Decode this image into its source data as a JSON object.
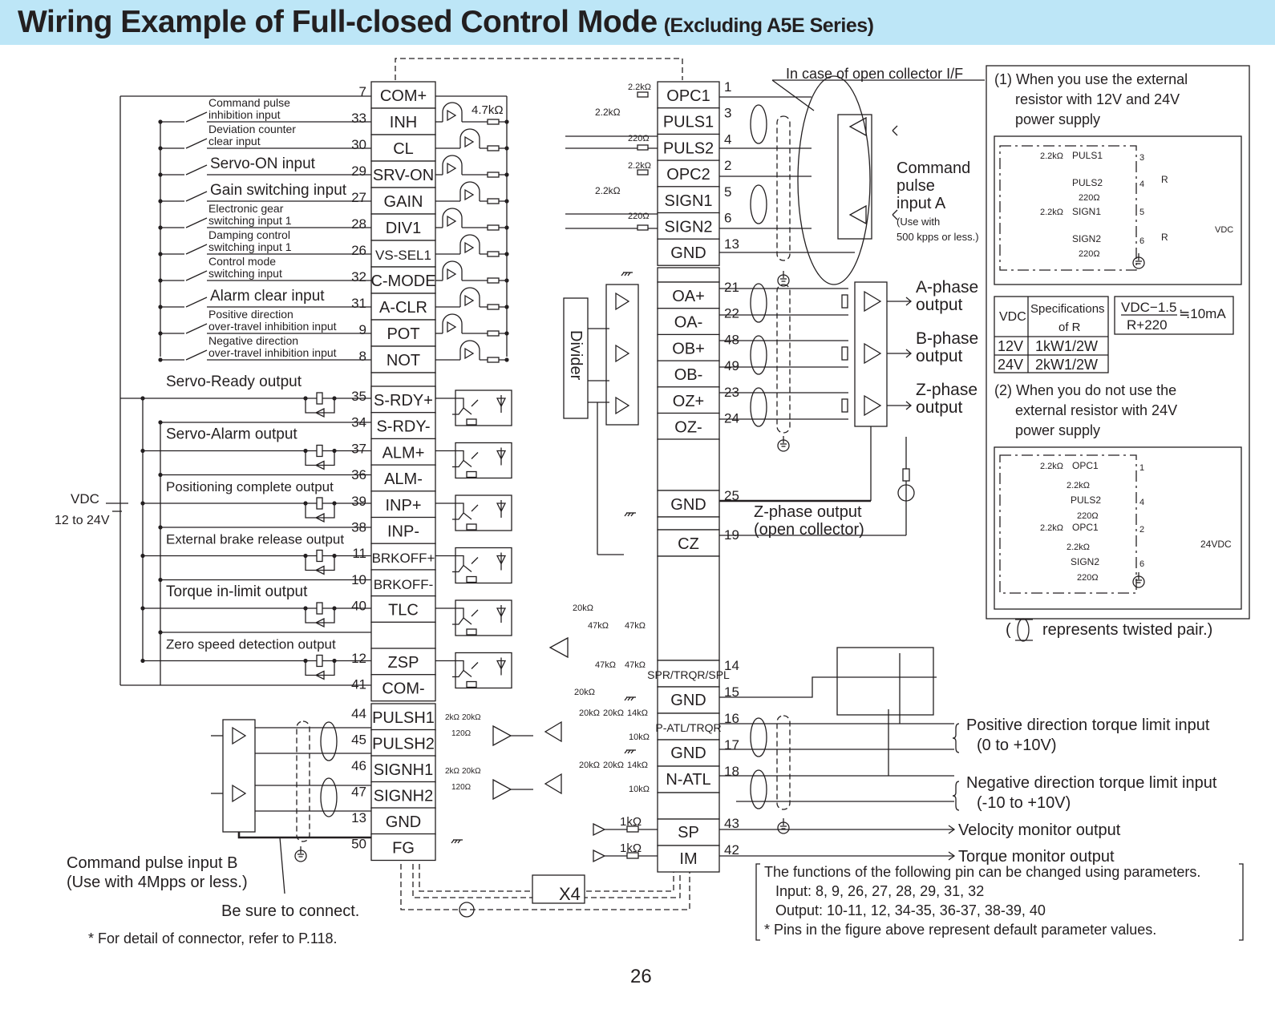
{
  "header": {
    "title": "Wiring Example of Full-closed Control Mode",
    "subtitle": "(Excluding A5E Series)",
    "accent_color": "#bde6f7"
  },
  "left_connector": {
    "inputs": [
      {
        "pin": "7",
        "label": "COM+",
        "desc": ""
      },
      {
        "pin": "33",
        "label": "INH",
        "desc": "Command pulse inhibition input"
      },
      {
        "pin": "30",
        "label": "CL",
        "desc": "Deviation counter clear input"
      },
      {
        "pin": "29",
        "label": "SRV-ON",
        "desc": "Servo-ON input"
      },
      {
        "pin": "27",
        "label": "GAIN",
        "desc": "Gain switching input"
      },
      {
        "pin": "28",
        "label": "DIV1",
        "desc": "Electronic gear switching input 1"
      },
      {
        "pin": "26",
        "label": "VS-SEL1",
        "desc": "Damping control switching input 1"
      },
      {
        "pin": "32",
        "label": "C-MODE",
        "desc": "Control mode switching input"
      },
      {
        "pin": "31",
        "label": "A-CLR",
        "desc": "Alarm clear input"
      },
      {
        "pin": "9",
        "label": "POT",
        "desc": "Positive direction over-travel inhibition input"
      },
      {
        "pin": "8",
        "label": "NOT",
        "desc": "Negative direction over-travel inhibition input"
      }
    ],
    "input_desc_lines": [
      [
        "Command pulse",
        "inhibition input"
      ],
      [
        "Deviation counter",
        "clear input"
      ],
      [
        "Servo-ON input"
      ],
      [
        "Gain switching input"
      ],
      [
        "Electronic gear",
        "switching input 1"
      ],
      [
        "Damping control",
        "switching input 1"
      ],
      [
        "Control mode",
        "switching input"
      ],
      [
        "Alarm clear input"
      ],
      [
        "Positive direction",
        "over-travel inhibition input"
      ],
      [
        "Negative direction",
        "over-travel inhibition input"
      ]
    ],
    "resistor_label": "4.7kΩ",
    "outputs": [
      {
        "desc": "Servo-Ready output",
        "pins": [
          {
            "pin": "35",
            "label": "S-RDY+"
          },
          {
            "pin": "34",
            "label": "S-RDY-"
          }
        ]
      },
      {
        "desc": "Servo-Alarm output",
        "pins": [
          {
            "pin": "37",
            "label": "ALM+"
          },
          {
            "pin": "36",
            "label": "ALM-"
          }
        ]
      },
      {
        "desc": "Positioning complete output",
        "pins": [
          {
            "pin": "39",
            "label": "INP+"
          },
          {
            "pin": "38",
            "label": "INP-"
          }
        ]
      },
      {
        "desc": "External brake release output",
        "pins": [
          {
            "pin": "11",
            "label": "BRKOFF+"
          },
          {
            "pin": "10",
            "label": "BRKOFF-"
          }
        ]
      },
      {
        "desc": "Torque in-limit output",
        "pins": [
          {
            "pin": "40",
            "label": "TLC"
          },
          {
            "pin": "",
            "label": ""
          }
        ]
      },
      {
        "desc": "Zero speed detection output",
        "pins": [
          {
            "pin": "12",
            "label": "ZSP"
          },
          {
            "pin": "41",
            "label": "COM-"
          }
        ]
      }
    ],
    "vdc_label": "VDC",
    "vdc_range": "12 to 24V",
    "pulse_inputs": [
      {
        "pin": "44",
        "label": "PULSH1"
      },
      {
        "pin": "45",
        "label": "PULSH2"
      },
      {
        "pin": "46",
        "label": "SIGNH1"
      },
      {
        "pin": "47",
        "label": "SIGNH2"
      },
      {
        "pin": "13",
        "label": "GND"
      },
      {
        "pin": "50",
        "label": "FG"
      }
    ],
    "pulse_resistors": {
      "r2k": "2kΩ",
      "r20k": "20kΩ",
      "r120": "120Ω"
    },
    "command_pulse_b": [
      "Command pulse input B",
      "(Use with 4Mpps or less.)"
    ],
    "be_sure": "Be sure to connect.",
    "footnote": "* For detail of connector, refer to P.118."
  },
  "right_connector": {
    "pulse_pins": [
      {
        "pin": "1",
        "label": "OPC1",
        "res": "2.2kΩ"
      },
      {
        "pin": "3",
        "label": "PULS1",
        "res": "2.2kΩ"
      },
      {
        "pin": "4",
        "label": "PULS2",
        "res": "220Ω"
      },
      {
        "pin": "2",
        "label": "OPC2",
        "res": "2.2kΩ"
      },
      {
        "pin": "5",
        "label": "SIGN1",
        "res": "2.2kΩ"
      },
      {
        "pin": "6",
        "label": "SIGN2",
        "res": "220Ω"
      },
      {
        "pin": "13",
        "label": "GND",
        "res": ""
      }
    ],
    "encoder_pins": [
      {
        "pin": "21",
        "label": "OA+"
      },
      {
        "pin": "22",
        "label": "OA-"
      },
      {
        "pin": "48",
        "label": "OB+"
      },
      {
        "pin": "49",
        "label": "OB-"
      },
      {
        "pin": "23",
        "label": "OZ+"
      },
      {
        "pin": "24",
        "label": "OZ-"
      }
    ],
    "divider_label": "Divider",
    "phase_outputs": [
      [
        "A-phase",
        "output"
      ],
      [
        "B-phase",
        "output"
      ],
      [
        "Z-phase",
        "output"
      ]
    ],
    "gnd25": {
      "pin": "25",
      "label": "GND"
    },
    "cz": {
      "pin": "19",
      "label": "CZ"
    },
    "z_open_collector": [
      "Z-phase output",
      "(open collector)"
    ],
    "analog_pins": [
      {
        "pin": "14",
        "label": "SPR/TRQR/SPL"
      },
      {
        "pin": "15",
        "label": "GND"
      },
      {
        "pin": "16",
        "label": "P-ATL/TRQR"
      },
      {
        "pin": "17",
        "label": "GND"
      },
      {
        "pin": "18",
        "label": "N-ATL"
      }
    ],
    "analog_resistors": {
      "r20k": "20kΩ",
      "r47k": "47kΩ",
      "r14k": "14kΩ",
      "r10k": "10kΩ"
    },
    "monitor_pins": [
      {
        "pin": "43",
        "label": "SP",
        "res": "1kΩ",
        "desc": "Velocity monitor output"
      },
      {
        "pin": "42",
        "label": "IM",
        "res": "1kΩ",
        "desc": "Torque monitor output"
      }
    ],
    "open_collector_note": "In case of open collector I/F",
    "command_pulse_a": [
      "Command",
      "pulse",
      "input A"
    ],
    "command_pulse_a_note": [
      "(Use with",
      "500 kpps or less.)"
    ],
    "torque_limits": [
      {
        "desc": "Positive direction torque limit input",
        "range": "(0 to +10V)"
      },
      {
        "desc": "Negative direction torque limit input",
        "range": "(-10 to +10V)"
      }
    ],
    "x4_label": "X4"
  },
  "side_panel": {
    "case1_title": [
      "(1) When you use the external",
      "resistor with 12V and 24V",
      "power supply"
    ],
    "case1_labels": {
      "r22k": "2.2kΩ",
      "puls1": "PULS1",
      "puls2": "PULS2",
      "sign1": "SIGN1",
      "sign2": "SIGN2",
      "r220": "220Ω",
      "r": "R",
      "vdc": "VDC",
      "p3": "3",
      "p4": "4",
      "p5": "5",
      "p6": "6"
    },
    "spec_table": {
      "headers": [
        "VDC",
        "Specifications of R"
      ],
      "rows": [
        [
          "12V",
          "1kW1/2W"
        ],
        [
          "24V",
          "2kW1/2W"
        ]
      ]
    },
    "formula": {
      "numerator": "VDC−1.5",
      "denominator": "R+220",
      "result": "≒10mA"
    },
    "case2_title": [
      "(2) When you do not use the",
      "external resistor with 24V",
      "power supply"
    ],
    "case2_labels": {
      "r22k": "2.2kΩ",
      "opc1": "OPC1",
      "puls2": "PULS2",
      "sign2": "SIGN2",
      "r220": "220Ω",
      "vdc": "24VDC",
      "p1": "1",
      "p4": "4",
      "p2": "2",
      "p6": "6"
    },
    "twisted_note": "represents twisted pair.)",
    "twisted_open": "("
  },
  "notes": {
    "lines": [
      "The functions of the following pin can be changed using parameters.",
      "Input: 8, 9, 26, 27, 28, 29, 31, 32",
      "Output: 10-11, 12, 34-35, 36-37, 38-39, 40",
      "* Pins in the figure above represent default parameter values."
    ]
  },
  "page_number": "26"
}
